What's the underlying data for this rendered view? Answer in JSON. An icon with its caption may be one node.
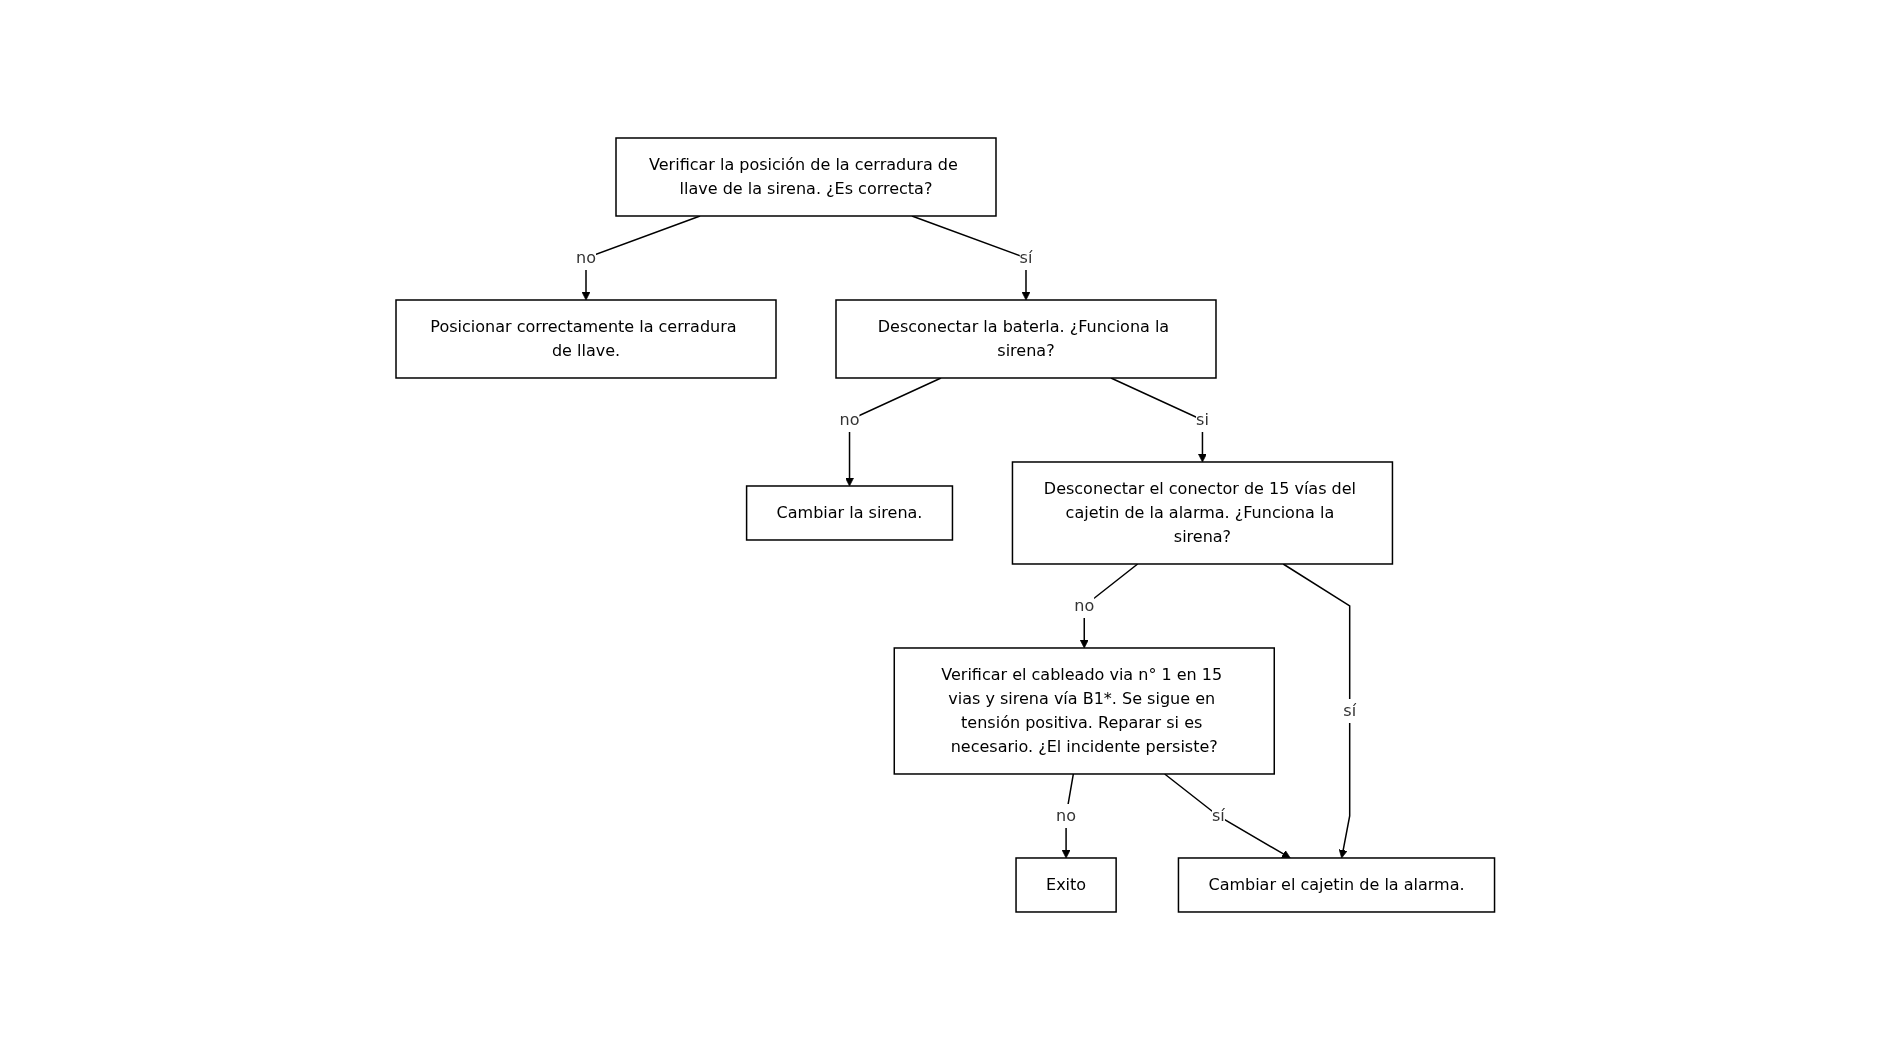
{
  "diagram": {
    "nodes": [
      {
        "text": [
          "Verificar la posición de la cerradura de llave de la sirena. ¿Es correcta?"
        ]
      },
      {
        "text": [
          "Posicionar correctamente la cerradura de llave."
        ]
      },
      {
        "text": [
          "Desconectar la baterla. ¿Funciona la sirena?"
        ]
      },
      {
        "text": [
          "Cambiar la sirena."
        ]
      },
      {
        "text": [
          "Desconectar el conector de 15 vías del cajetin de la alarma. ¿Funciona la sirena?"
        ]
      },
      {
        "text": [
          "Verificar el cableado via n° 1 en 15 vias y sirena vía B1*. Se sigue en tensión positiva. Reparar si es necesario. ¿El incidente persiste?"
        ]
      },
      {
        "text": [
          "Exito"
        ]
      },
      {
        "text": [
          "Cambiar el cajetin de la alarma."
        ]
      }
    ],
    "edges": [
      {
        "from": 0,
        "to": 1,
        "arrow": "to",
        "label": "no"
      },
      {
        "from": 0,
        "to": 2,
        "arrow": "to",
        "label": "sí"
      },
      {
        "from": 2,
        "to": 3,
        "arrow": "to",
        "label": "no"
      },
      {
        "from": 2,
        "to": 4,
        "arrow": "to",
        "label": "si"
      },
      {
        "from": 4,
        "to": 5,
        "arrow": "to",
        "label": "no"
      },
      {
        "from": 4,
        "to": 7,
        "arrow": "to",
        "label": "sí"
      },
      {
        "from": 5,
        "to": 6,
        "arrow": "to",
        "label": "no"
      },
      {
        "from": 5,
        "to": 7,
        "arrow": "to",
        "label": "sí"
      }
    ]
  }
}
